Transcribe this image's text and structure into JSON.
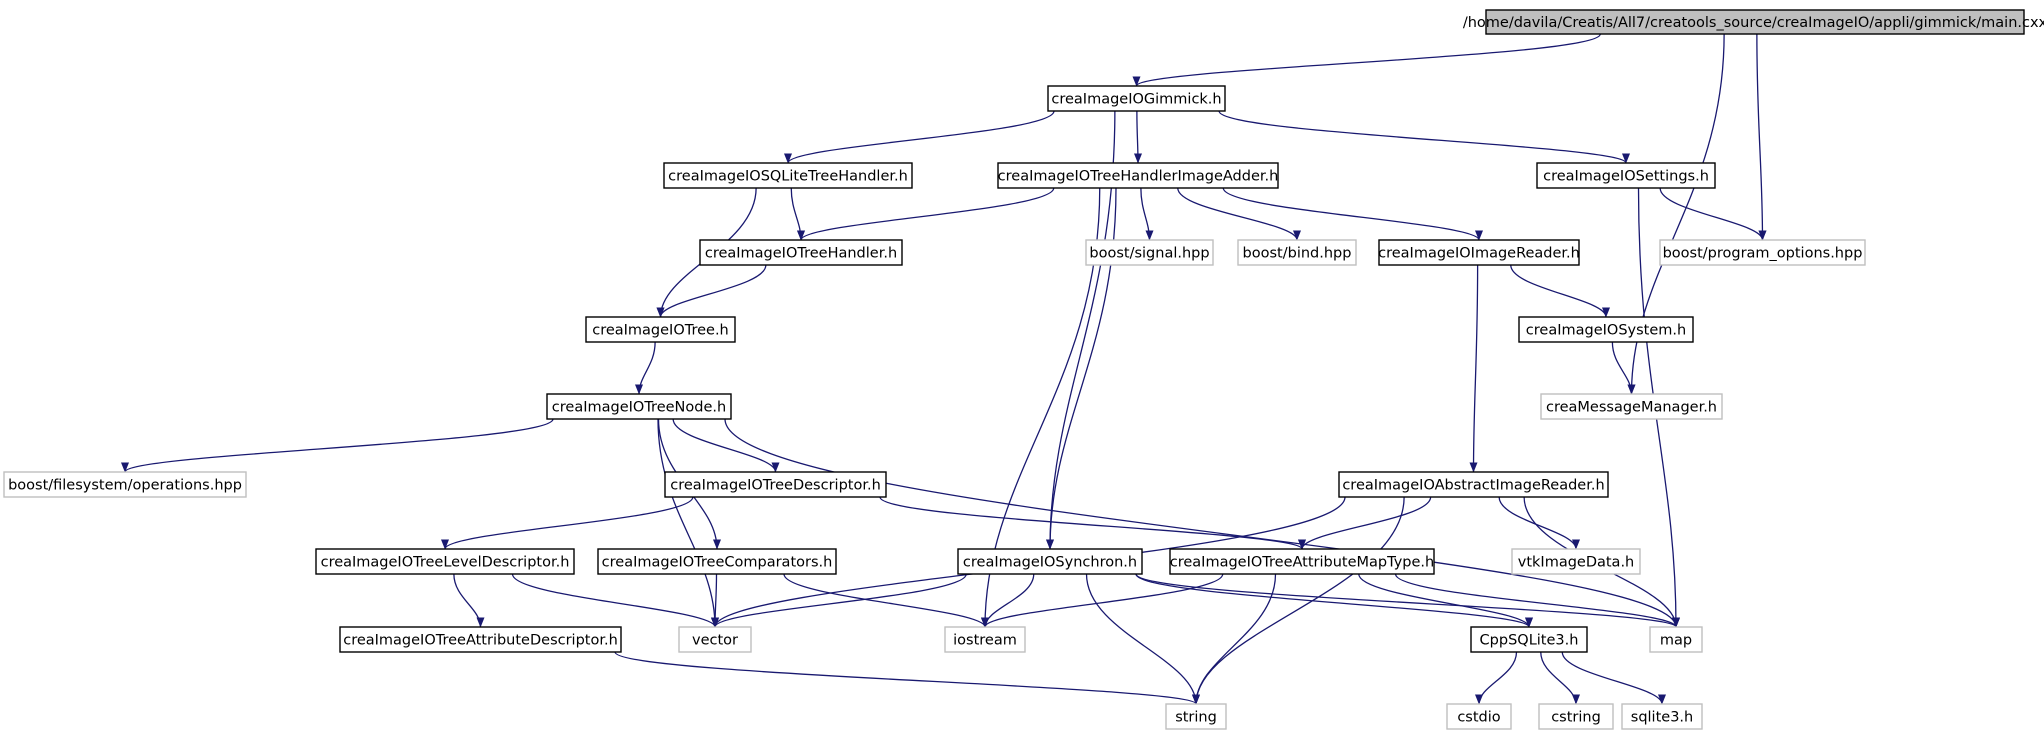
{
  "colors": {
    "edge": "#191970",
    "root_fill": "#bfbfbf",
    "documented_border": "#000000",
    "external_border": "#bfbfbf",
    "background": "#ffffff"
  },
  "nodes": {
    "main": {
      "label": "/home/davila/Creatis/All7/creatools_source/creaImageIO/appli/gimmick/main.cxx",
      "kind": "root"
    },
    "gimmick": {
      "label": "creaImageIOGimmick.h",
      "kind": "documented"
    },
    "sqlite": {
      "label": "creaImageIOSQLiteTreeHandler.h",
      "kind": "documented"
    },
    "thia": {
      "label": "creaImageIOTreeHandlerImageAdder.h",
      "kind": "documented"
    },
    "settings": {
      "label": "creaImageIOSettings.h",
      "kind": "documented"
    },
    "treehandler": {
      "label": "creaImageIOTreeHandler.h",
      "kind": "documented"
    },
    "signal": {
      "label": "boost/signal.hpp",
      "kind": "external"
    },
    "bind": {
      "label": "boost/bind.hpp",
      "kind": "external"
    },
    "imgreader": {
      "label": "creaImageIOImageReader.h",
      "kind": "documented"
    },
    "progopts": {
      "label": "boost/program_options.hpp",
      "kind": "external"
    },
    "tree": {
      "label": "creaImageIOTree.h",
      "kind": "documented"
    },
    "system": {
      "label": "creaImageIOSystem.h",
      "kind": "documented"
    },
    "treenode": {
      "label": "creaImageIOTreeNode.h",
      "kind": "documented"
    },
    "msgmgr": {
      "label": "creaMessageManager.h",
      "kind": "external"
    },
    "fsops": {
      "label": "boost/filesystem/operations.hpp",
      "kind": "external"
    },
    "treedesc": {
      "label": "creaImageIOTreeDescriptor.h",
      "kind": "documented"
    },
    "absreader": {
      "label": "creaImageIOAbstractImageReader.h",
      "kind": "documented"
    },
    "leveldesc": {
      "label": "creaImageIOTreeLevelDescriptor.h",
      "kind": "documented"
    },
    "comparators": {
      "label": "creaImageIOTreeComparators.h",
      "kind": "documented"
    },
    "synchron": {
      "label": "creaImageIOSynchron.h",
      "kind": "documented"
    },
    "attrmap": {
      "label": "creaImageIOTreeAttributeMapType.h",
      "kind": "documented"
    },
    "vtkimage": {
      "label": "vtkImageData.h",
      "kind": "external"
    },
    "attrdesc": {
      "label": "creaImageIOTreeAttributeDescriptor.h",
      "kind": "documented"
    },
    "vector": {
      "label": "vector",
      "kind": "external"
    },
    "iostream": {
      "label": "iostream",
      "kind": "external"
    },
    "cppsqlite": {
      "label": "CppSQLite3.h",
      "kind": "documented"
    },
    "map": {
      "label": "map",
      "kind": "external"
    },
    "string": {
      "label": "string",
      "kind": "external"
    },
    "cstdio": {
      "label": "cstdio",
      "kind": "external"
    },
    "cstring": {
      "label": "cstring",
      "kind": "external"
    },
    "sqlite3": {
      "label": "sqlite3.h",
      "kind": "external"
    }
  },
  "edges": [
    [
      "main",
      "gimmick"
    ],
    [
      "main",
      "progopts"
    ],
    [
      "main",
      "msgmgr"
    ],
    [
      "gimmick",
      "sqlite"
    ],
    [
      "gimmick",
      "thia"
    ],
    [
      "gimmick",
      "settings"
    ],
    [
      "gimmick",
      "synchron"
    ],
    [
      "sqlite",
      "treehandler"
    ],
    [
      "sqlite",
      "tree"
    ],
    [
      "thia",
      "treehandler"
    ],
    [
      "thia",
      "signal"
    ],
    [
      "thia",
      "bind"
    ],
    [
      "thia",
      "imgreader"
    ],
    [
      "thia",
      "synchron"
    ],
    [
      "thia",
      "iostream"
    ],
    [
      "settings",
      "progopts"
    ],
    [
      "settings",
      "map"
    ],
    [
      "treehandler",
      "tree"
    ],
    [
      "imgreader",
      "system"
    ],
    [
      "imgreader",
      "absreader"
    ],
    [
      "system",
      "msgmgr"
    ],
    [
      "tree",
      "treenode"
    ],
    [
      "treenode",
      "fsops"
    ],
    [
      "treenode",
      "treedesc"
    ],
    [
      "treenode",
      "comparators"
    ],
    [
      "treenode",
      "vector"
    ],
    [
      "treenode",
      "map"
    ],
    [
      "treedesc",
      "leveldesc"
    ],
    [
      "treedesc",
      "attrmap"
    ],
    [
      "absreader",
      "vector"
    ],
    [
      "absreader",
      "attrmap"
    ],
    [
      "absreader",
      "vtkimage"
    ],
    [
      "absreader",
      "map"
    ],
    [
      "absreader",
      "string"
    ],
    [
      "leveldesc",
      "attrdesc"
    ],
    [
      "leveldesc",
      "vector"
    ],
    [
      "comparators",
      "vector"
    ],
    [
      "comparators",
      "iostream"
    ],
    [
      "synchron",
      "vector"
    ],
    [
      "synchron",
      "iostream"
    ],
    [
      "synchron",
      "string"
    ],
    [
      "synchron",
      "cppsqlite"
    ],
    [
      "synchron",
      "map"
    ],
    [
      "attrmap",
      "iostream"
    ],
    [
      "attrmap",
      "string"
    ],
    [
      "attrmap",
      "map"
    ],
    [
      "attrmap",
      "cppsqlite"
    ],
    [
      "attrdesc",
      "string"
    ],
    [
      "cppsqlite",
      "cstdio"
    ],
    [
      "cppsqlite",
      "cstring"
    ],
    [
      "cppsqlite",
      "sqlite3"
    ]
  ]
}
